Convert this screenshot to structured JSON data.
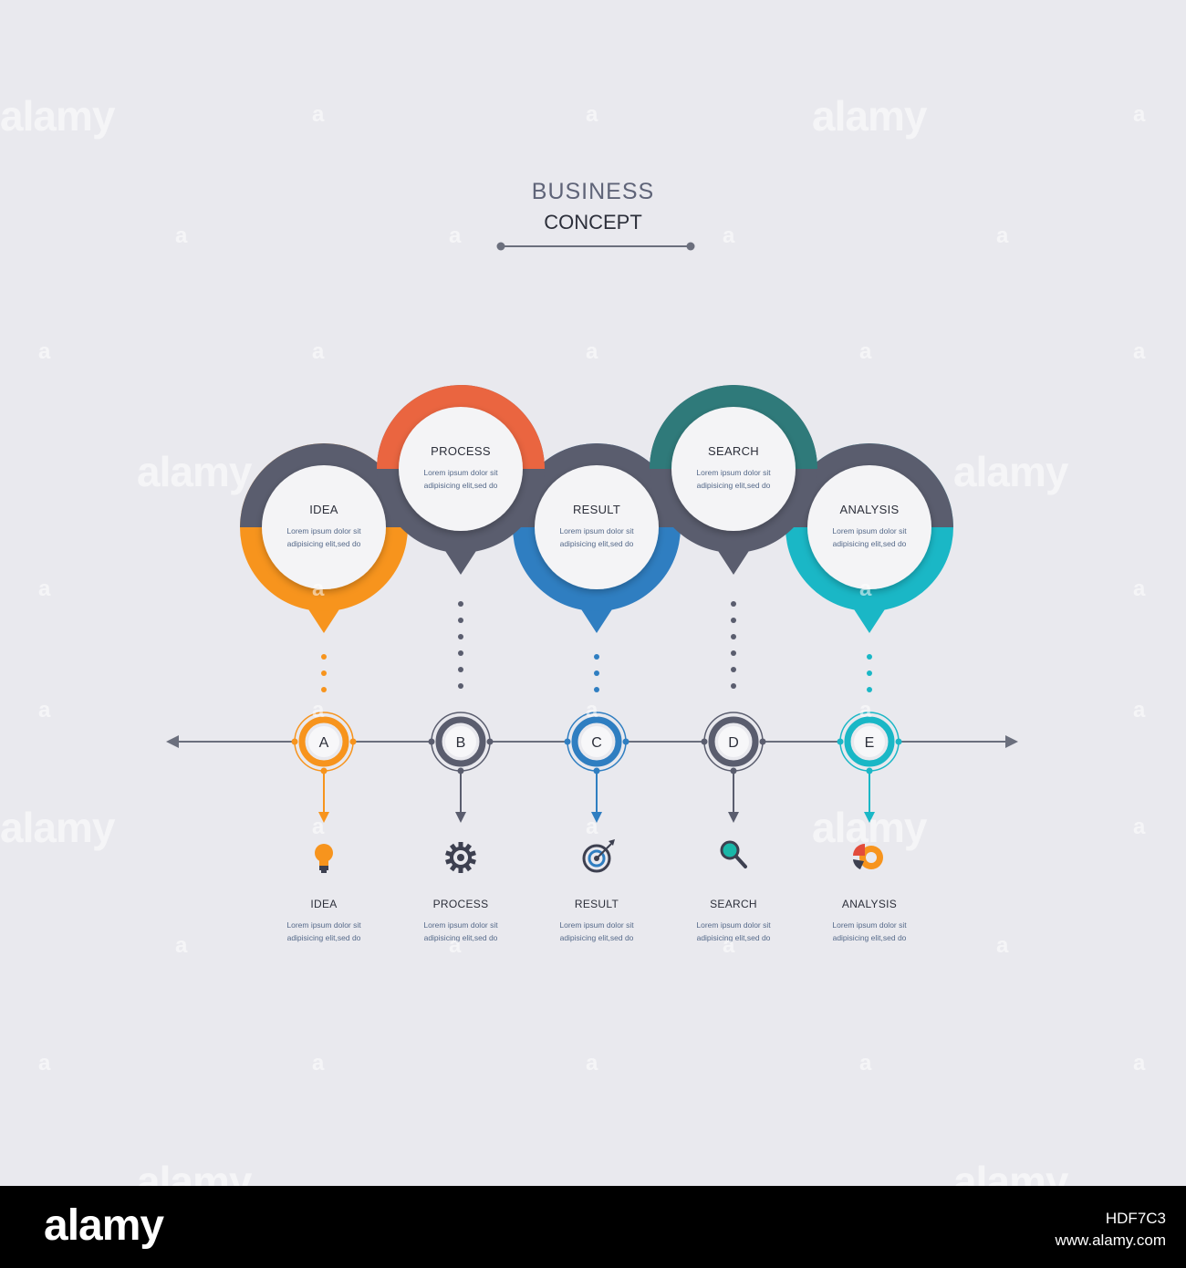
{
  "header": {
    "title_line1": "BUSINESS",
    "title_line2": "CONCEPT"
  },
  "steps": [
    {
      "letter": "A",
      "title": "IDEA",
      "desc1": "Lorem ipsum dolor sit",
      "desc2": "adipisicing elit,sed do",
      "color": "#f7941d",
      "ring_color": "#5a5d6e",
      "icon": "lightbulb-icon",
      "pin_position": "low"
    },
    {
      "letter": "B",
      "title": "PROCESS",
      "desc1": "Lorem ipsum dolor sit",
      "desc2": "adipisicing elit,sed do",
      "color": "#5a5d6e",
      "ring_color": "#ea6540",
      "icon": "gear-icon",
      "pin_position": "high"
    },
    {
      "letter": "C",
      "title": "RESULT",
      "desc1": "Lorem ipsum dolor sit",
      "desc2": "adipisicing elit,sed do",
      "color": "#2f7ec1",
      "ring_color": "#5a5d6e",
      "icon": "target-icon",
      "pin_position": "low"
    },
    {
      "letter": "D",
      "title": "SEARCH",
      "desc1": "Lorem ipsum dolor sit",
      "desc2": "adipisicing elit,sed do",
      "color": "#5a5d6e",
      "ring_color": "#2f7a7a",
      "icon": "magnifier-icon",
      "pin_position": "high"
    },
    {
      "letter": "E",
      "title": "ANALYSIS",
      "desc1": "Lorem ipsum dolor sit",
      "desc2": "adipisicing elit,sed do",
      "color": "#1ab7c6",
      "ring_color": "#5a5d6e",
      "icon": "pie-chart-icon",
      "pin_position": "low"
    }
  ],
  "colors": {
    "background": "#e9e9ee",
    "line": "#6b6f7d",
    "accent_dark": "#5a5d6e"
  },
  "footer": {
    "brand": "alamy",
    "image_id": "HDF7C3",
    "url": "www.alamy.com"
  },
  "watermark": {
    "text": "alamy",
    "letter": "a"
  }
}
